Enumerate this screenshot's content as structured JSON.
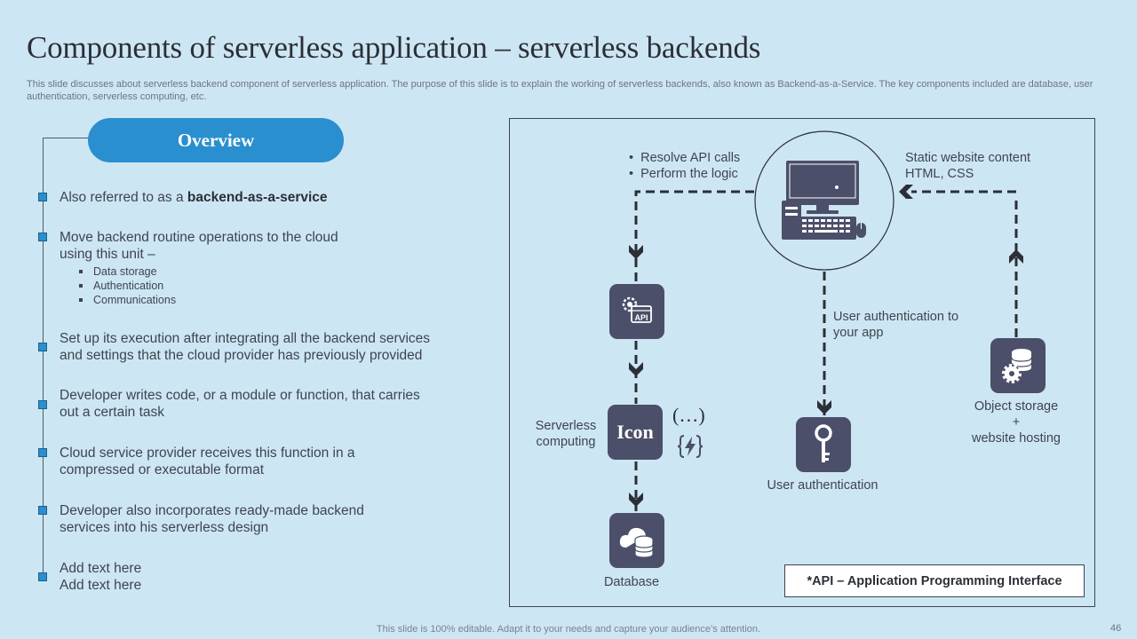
{
  "title": "Components of  serverless application – serverless backends",
  "subtitle": "This slide discusses about serverless backend component of serverless application. The purpose of this slide is to explain the working of serverless backends, also known as Backend-as-a-Service. The key components included are database, user authentication, serverless computing, etc.",
  "overview": {
    "heading": "Overview",
    "items": [
      {
        "prefix": "Also referred to as a ",
        "bold": "backend-as-a-service"
      },
      {
        "text": "Move backend routine operations to the cloud using this unit –",
        "subitems": [
          "Data storage",
          "Authentication",
          "Communications"
        ]
      },
      {
        "text": "Set up its execution after integrating all the backend services and settings that the cloud provider has previously provided"
      },
      {
        "text": "Developer writes code, or a module or function,  that carries out a certain task"
      },
      {
        "text": "Cloud service provider receives this function  in a compressed or executable format"
      },
      {
        "text": "Developer also incorporates ready-made backend services into his serverless design"
      },
      {
        "line1": "Add text here",
        "line2": "Add text here"
      }
    ]
  },
  "diagram": {
    "api_bullets": [
      "Resolve API calls",
      "Perform the logic"
    ],
    "static_line1": "Static website content",
    "static_line2": "HTML,  CSS",
    "user_auth_note_line1": "User authentication to",
    "user_auth_note_line2": "your app",
    "object_storage_line1": "Object storage",
    "object_storage_line2": "+",
    "object_storage_line3": "website hosting",
    "serverless_line1": "Serverless",
    "serverless_line2": "computing",
    "icon_word": "Icon",
    "ellipsis": "(…)",
    "user_auth_label": "User authentication",
    "database_label": "Database",
    "api_tile_text": "API",
    "legend": "*API – Application Programming Interface",
    "icons": [
      "computer-icon",
      "api-gear-icon",
      "lambda-function-icon",
      "key-icon",
      "database-cloud-icon",
      "storage-gear-icon"
    ]
  },
  "footer": "This slide is 100% editable. Adapt it to your needs and capture your audience’s attention.",
  "page_number": "46",
  "colors": {
    "background": "#cde6f4",
    "accent": "#2a8fcf",
    "tile": "#4b4f6a",
    "text": "#3f4450"
  }
}
